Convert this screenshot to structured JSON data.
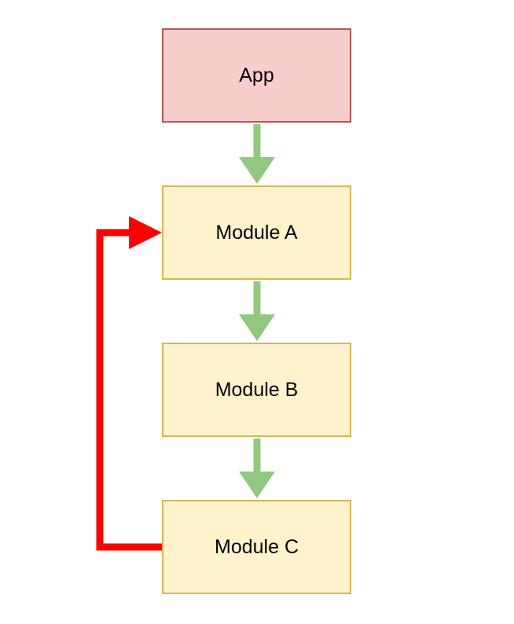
{
  "diagram": {
    "nodes": [
      {
        "id": "app",
        "label": "App",
        "fill": "#F8CECC",
        "border": "#B85450"
      },
      {
        "id": "module-a",
        "label": "Module A",
        "fill": "#FFF2CC",
        "border": "#D6B656"
      },
      {
        "id": "module-b",
        "label": "Module B",
        "fill": "#FFF2CC",
        "border": "#D6B656"
      },
      {
        "id": "module-c",
        "label": "Module C",
        "fill": "#FFF2CC",
        "border": "#D6B656"
      }
    ],
    "edges": [
      {
        "from": "App",
        "to": "Module A",
        "color": "#90C97F",
        "shape": "straight-down"
      },
      {
        "from": "Module A",
        "to": "Module B",
        "color": "#90C97F",
        "shape": "straight-down"
      },
      {
        "from": "Module B",
        "to": "Module C",
        "color": "#90C97F",
        "shape": "straight-down"
      },
      {
        "from": "Module C",
        "to": "Module A",
        "color": "#FF0000",
        "shape": "orthogonal-loop-left"
      }
    ],
    "colors": {
      "background": "#FFFFFF",
      "green_arrow": "#90C97F",
      "red_arrow": "#FF0000",
      "node_red_fill": "#F8CECC",
      "node_red_border": "#B85450",
      "node_yellow_fill": "#FFF2CC",
      "node_yellow_border": "#D6B656",
      "text": "#000000"
    }
  }
}
